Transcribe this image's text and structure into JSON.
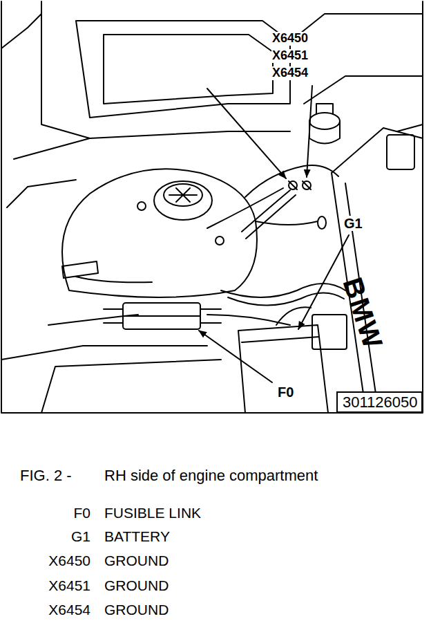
{
  "diagram": {
    "nodes": [
      {
        "text": [
          "301126050"
        ]
      }
    ],
    "labels": [
      "X6450",
      "X6451",
      "X6454",
      "G1",
      "F0",
      "BMW",
      "FIG. 2 -",
      "RH side of engine compartment",
      "F0",
      "FUSIBLE LINK",
      "G1",
      "BATTERY",
      "X6450",
      "GROUND",
      "X6451",
      "GROUND",
      "X6454",
      "GROUND"
    ]
  }
}
